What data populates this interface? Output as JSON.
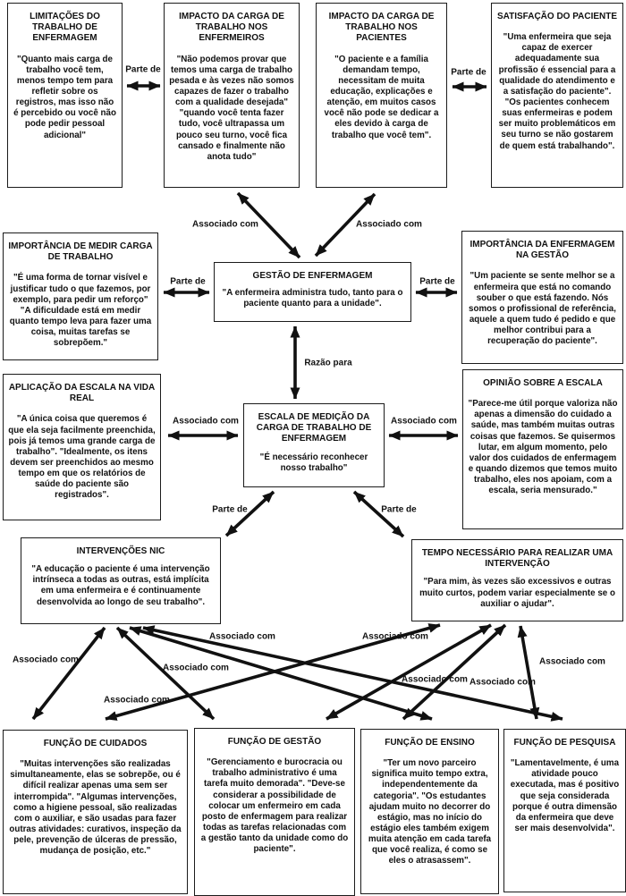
{
  "diagram": {
    "nodes": [
      {
        "id": "limitacoes",
        "title": "LIMITAÇÕES DO TRABALHO DE ENFERMAGEM",
        "body": "\"Quanto mais carga de trabalho você tem, menos tempo tem para refletir sobre os registros, mas isso não é percebido ou você não pode pedir pessoal adicional\""
      },
      {
        "id": "impacto-enfermeiros",
        "title": "IMPACTO DA CARGA DE TRABALHO NOS ENFERMEIROS",
        "body": "\"Não podemos provar que temos uma carga de trabalho pesada e às vezes não somos capazes de fazer o trabalho com a qualidade desejada\" \"quando você tenta fazer tudo, você ultrapassa um pouco seu turno, você fica cansado e finalmente não anota tudo\""
      },
      {
        "id": "impacto-pacientes",
        "title": "IMPACTO DA CARGA DE TRABALHO NOS PACIENTES",
        "body": "\"O paciente e a família demandam tempo, necessitam de muita educação, explicações e atenção, em muitos casos você não pode se dedicar a eles devido à carga de trabalho que você tem\"."
      },
      {
        "id": "satisfacao-paciente",
        "title": "SATISFAÇÃO DO PACIENTE",
        "body": "\"Uma enfermeira que seja capaz de exercer adequadamente sua profissão é essencial para a qualidade do atendimento e a satisfação do paciente\". \"Os pacientes conhecem suas enfermeiras e podem ser muito problemáticos em seu turno se não gostarem de quem está trabalhando\"."
      },
      {
        "id": "importancia-medir",
        "title": "IMPORTÂNCIA DE MEDIR CARGA DE TRABALHO",
        "body": "\"É uma forma de tornar visível e justificar tudo o que fazemos, por exemplo, para pedir um reforço\" \"A dificuldade está em medir quanto tempo leva para fazer uma coisa, muitas tarefas se sobrepõem.\""
      },
      {
        "id": "gestao-enfermagem",
        "title": "GESTÃO DE ENFERMAGEM",
        "body": "\"A enfermeira administra tudo, tanto para o paciente quanto para a unidade\"."
      },
      {
        "id": "importancia-enfermagem-gestao",
        "title": "IMPORTÂNCIA DA ENFERMAGEM NA GESTÃO",
        "body": "\"Um paciente se sente melhor se a enfermeira que está no comando souber o que está fazendo. Nós somos o profissional de referência, aquele a quem tudo é pedido e que melhor contribui para a recuperação do paciente\"."
      },
      {
        "id": "aplicacao-escala",
        "title": "APLICAÇÃO DA ESCALA NA VIDA REAL",
        "body": "\"A única coisa que queremos é que ela seja facilmente preenchida, pois já temos uma grande carga de trabalho\". \"Idealmente, os itens devem ser preenchidos ao mesmo tempo em que os relatórios de saúde do paciente são registrados\"."
      },
      {
        "id": "escala-medicao",
        "title": "ESCALA DE MEDIÇÃO DA CARGA DE TRABALHO DE ENFERMAGEM",
        "body": "\"É necessário reconhecer nosso trabalho\""
      },
      {
        "id": "opiniao-escala",
        "title": "OPINIÃO SOBRE A ESCALA",
        "body": "\"Parece-me útil porque valoriza não apenas a dimensão do cuidado a saúde, mas também muitas outras coisas que fazemos. Se quisermos lutar, em algum momento, pelo valor dos cuidados de enfermagem e quando dizemos que temos muito trabalho, eles nos apoiam, com a escala, seria mensurado.\""
      },
      {
        "id": "intervencoes-nic",
        "title": "INTERVENÇÕES NIC",
        "body": "\"A educação o paciente é uma intervenção intrínseca a todas as outras, está implícita em uma enfermeira e é continuamente desenvolvida ao longo de seu trabalho\"."
      },
      {
        "id": "tempo-necessario",
        "title": "TEMPO NECESSÁRIO PARA REALIZAR UMA INTERVENÇÃO",
        "body": "\"Para mim, às vezes são excessivos e outras muito curtos, podem variar especialmente se o auxiliar o ajudar\"."
      },
      {
        "id": "funcao-cuidados",
        "title": "FUNÇÃO DE CUIDADOS",
        "body": "\"Muitas intervenções são realizadas simultaneamente, elas se sobrepõe, ou é difícil realizar apenas uma sem ser interrompida\". \"Algumas intervenções, como a higiene pessoal, são realizadas com o auxiliar, e são usadas para fazer outras atividades: curativos, inspeção da pele, prevenção de úlceras de pressão, mudança de posição, etc.\""
      },
      {
        "id": "funcao-gestao",
        "title": "FUNÇÃO DE GESTÃO",
        "body": "\"Gerenciamento e burocracia ou trabalho administrativo é uma tarefa muito demorada\". \"Deve-se considerar a possibilidade de colocar um enfermeiro em cada posto de enfermagem para realizar todas as tarefas relacionadas com a gestão tanto da unidade como do paciente\"."
      },
      {
        "id": "funcao-ensino",
        "title": "FUNÇÃO DE ENSINO",
        "body": "\"Ter um novo parceiro significa muito tempo extra, independentemente da categoria\". \"Os estudantes ajudam muito no decorrer do estágio, mas no início do estágio eles também exigem muita atenção em cada tarefa que você realiza, é como se eles o atrasassem\"."
      },
      {
        "id": "funcao-pesquisa",
        "title": "FUNÇÃO DE PESQUISA",
        "body": "\"Lamentavelmente, é uma atividade pouco executada, mas é positivo que seja considerada porque é outra dimensão da enfermeira que deve ser mais desenvolvida\"."
      }
    ],
    "edge_labels": [
      {
        "text": "Parte de"
      },
      {
        "text": "Parte de"
      },
      {
        "text": "Associado com"
      },
      {
        "text": "Associado com"
      },
      {
        "text": "Parte de"
      },
      {
        "text": "Parte de"
      },
      {
        "text": "Razão para"
      },
      {
        "text": "Associado com"
      },
      {
        "text": "Associado com"
      },
      {
        "text": "Parte de"
      },
      {
        "text": "Parte de"
      },
      {
        "text": "Associado com"
      },
      {
        "text": "Associado com"
      },
      {
        "text": "Associado com"
      },
      {
        "text": "Associado com"
      },
      {
        "text": "Associado com"
      },
      {
        "text": "Associado com"
      },
      {
        "text": "Associado com"
      },
      {
        "text": "Associado com"
      }
    ],
    "arrow_color": "#111111"
  }
}
